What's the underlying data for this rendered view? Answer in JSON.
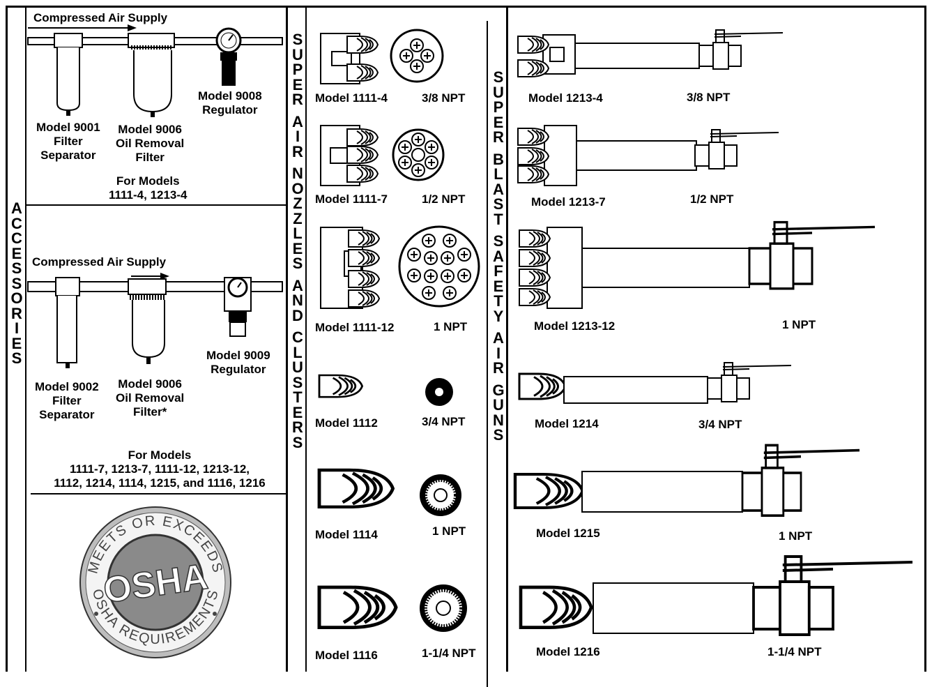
{
  "accessories": {
    "column_title": "ACCESSORIES",
    "panel1": {
      "supply_label": "Compressed Air Supply",
      "filter_label": "Model 9001\nFilter\nSeparator",
      "oil_label": "Model 9006\nOil Removal\nFilter",
      "regulator_label": "Model 9008\nRegulator",
      "for_models": "For Models\n1111-4, 1213-4"
    },
    "panel2": {
      "supply_label": "Compressed Air Supply",
      "filter_label": "Model 9002\nFilter\nSeparator",
      "oil_label": "Model 9006\nOil Removal\nFilter*",
      "regulator_label": "Model 9009\nRegulator",
      "for_models": "For Models\n1111-7, 1213-7, 1111-12, 1213-12,\n1112, 1214, 1114, 1215, and 1116, 1216"
    },
    "osha_seal": {
      "center_text": "OSHA",
      "top_text": "MEETS OR EXCEEDS",
      "bottom_text": "OSHA REQUIREMENTS"
    }
  },
  "nozzles": {
    "column_title_words": [
      "SUPER",
      "AIR",
      "NOZZLES",
      "AND",
      "CLUSTERS"
    ],
    "items": [
      {
        "model": "Model 1111-4",
        "npt": "3/8 NPT"
      },
      {
        "model": "Model 1111-7",
        "npt": "1/2 NPT"
      },
      {
        "model": "Model 1111-12",
        "npt": "1 NPT"
      },
      {
        "model": "Model 1112",
        "npt": "3/4 NPT"
      },
      {
        "model": "Model 1114",
        "npt": "1 NPT"
      },
      {
        "model": "Model 1116",
        "npt": "1-1/4 NPT"
      }
    ]
  },
  "guns": {
    "column_title_words": [
      "SUPER",
      "BLAST",
      "SAFETY",
      "AIR",
      "GUNS"
    ],
    "items": [
      {
        "model": "Model 1213-4",
        "npt": "3/8 NPT"
      },
      {
        "model": "Model 1213-7",
        "npt": "1/2 NPT"
      },
      {
        "model": "Model 1213-12",
        "npt": "1 NPT"
      },
      {
        "model": "Model 1214",
        "npt": "3/4 NPT"
      },
      {
        "model": "Model 1215",
        "npt": "1 NPT"
      },
      {
        "model": "Model 1216",
        "npt": "1-1/4 NPT"
      }
    ]
  }
}
